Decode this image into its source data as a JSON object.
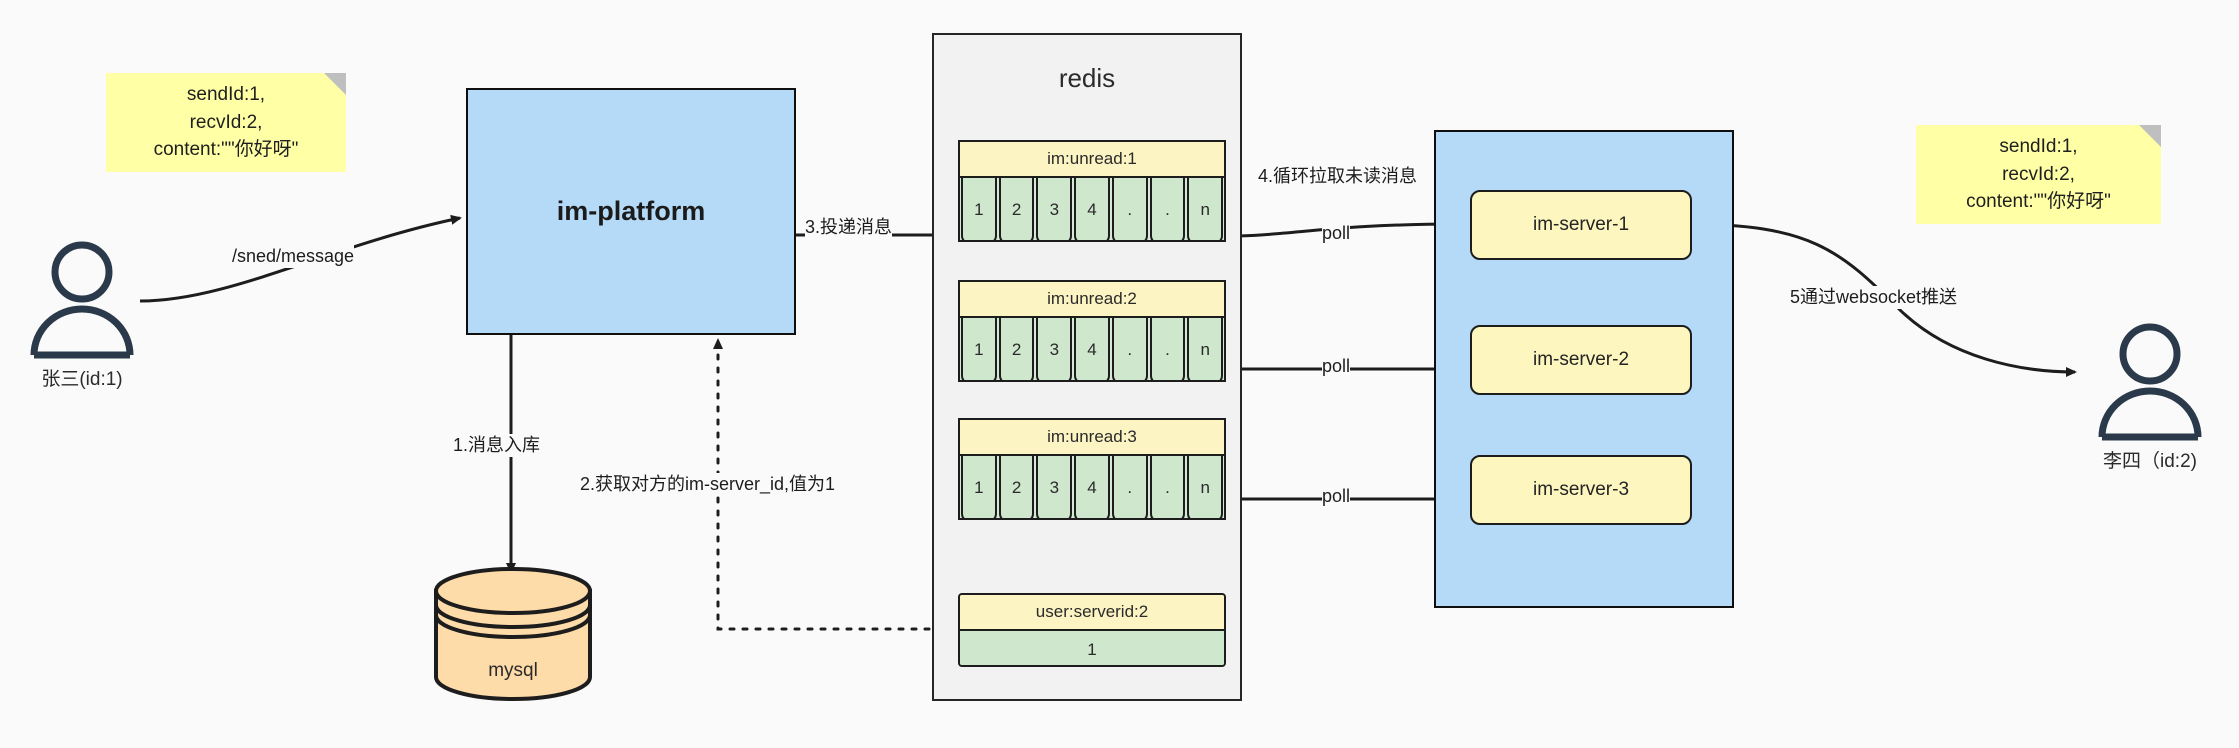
{
  "diagram": {
    "title": "IM message delivery architecture",
    "colors": {
      "note_yellow": "#ffffa6",
      "platform_blue": "#b5daf7",
      "redis_gray": "#f2f2f2",
      "key_header_yellow": "#fcf4c3",
      "key_cell_green": "#cfe7cd",
      "server_yellow": "#fdf6bf",
      "mysql_orange": "#fedcaa",
      "stroke_dark": "#1d1d1d",
      "actor_navy": "#2b3a4a"
    }
  },
  "actors": {
    "sender": {
      "label": "张三(id:1)",
      "icon": "user-icon"
    },
    "receiver": {
      "label": "李四（id:2)",
      "icon": "user-icon"
    }
  },
  "notes": {
    "left": {
      "lines": [
        "sendId:1,",
        "recvId:2,",
        "content:\"\"你好呀\""
      ]
    },
    "right": {
      "lines": [
        "sendId:1,",
        "recvId:2,",
        "content:\"\"你好呀\""
      ]
    }
  },
  "platform": {
    "label": "im-platform"
  },
  "database": {
    "label": "mysql"
  },
  "redis": {
    "title": "redis",
    "keys": [
      {
        "name": "im:unread:1",
        "cells": [
          "1",
          "2",
          "3",
          "4",
          ".",
          ".",
          "n"
        ]
      },
      {
        "name": "im:unread:2",
        "cells": [
          "1",
          "2",
          "3",
          "4",
          ".",
          ".",
          "n"
        ]
      },
      {
        "name": "im:unread:3",
        "cells": [
          "1",
          "2",
          "3",
          "4",
          ".",
          ".",
          "n"
        ]
      }
    ],
    "single_key": {
      "name": "user:serverid:2",
      "value": "1"
    }
  },
  "servers": {
    "items": [
      {
        "label": "im-server-1"
      },
      {
        "label": "im-server-2"
      },
      {
        "label": "im-server-3"
      }
    ]
  },
  "edges": {
    "send_message": "/sned/message",
    "step1": "1.消息入库",
    "step2": "2.获取对方的im-server_id,值为1",
    "step3": "3.投递消息",
    "step4": "4.循环拉取未读消息",
    "step5": "5通过websocket推送",
    "poll1": "poll",
    "poll2": "poll",
    "poll3": "poll"
  }
}
